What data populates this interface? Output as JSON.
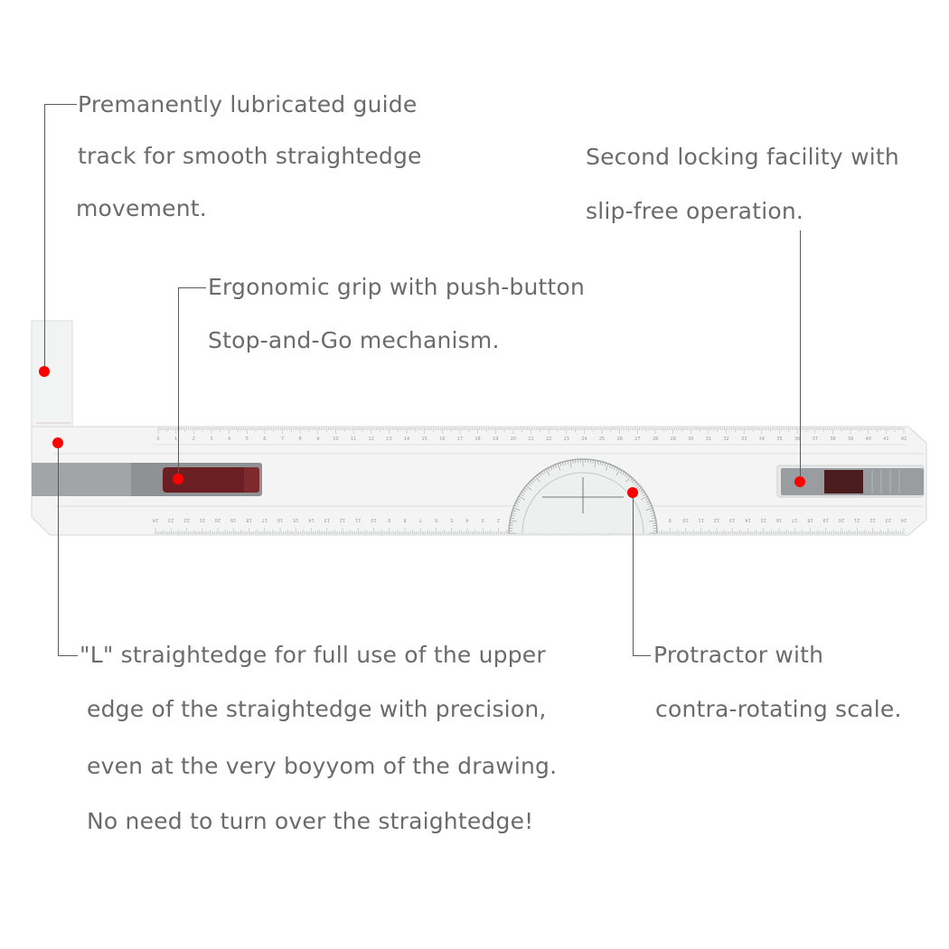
{
  "callouts": {
    "guide_track": [
      "Premanently lubricated guide",
      "track for smooth straightedge",
      "movement."
    ],
    "second_lock": [
      "Second locking facility with",
      "slip-free operation."
    ],
    "grip": [
      "Ergonomic grip with push-button",
      "Stop-and-Go mechanism."
    ],
    "l_straightedge": [
      "\"L\" straightedge for full use of the upper",
      "edge of the straightedge with precision,",
      "even at the very boyyom of the drawing.",
      "No need to turn over the straightedge!"
    ],
    "protractor": [
      "Protractor with",
      "contra-rotating scale."
    ]
  },
  "ruler": {
    "top_scale_max": 42,
    "bottom_scale_max": 24,
    "colors": {
      "body": "#f3f4f3",
      "grip_gray": "#8f9294",
      "grip_red": "#6b1f22",
      "marker": "#ff0000",
      "leader": "#5a5a5a"
    }
  }
}
